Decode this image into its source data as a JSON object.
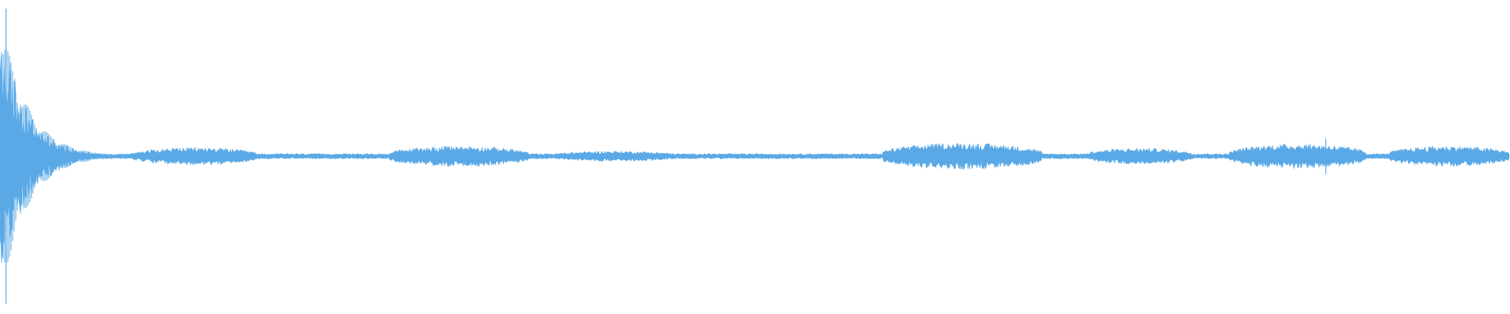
{
  "waveform": {
    "color": "#5aa9e6",
    "background": "#ffffff",
    "transient": {
      "start": 0.0,
      "end": 0.085,
      "peak_amplitude": 0.98,
      "decay": 14.0
    },
    "noise_floor_amplitude": 0.018,
    "segments": [
      {
        "start": 0.088,
        "end": 0.17,
        "amplitude": 0.06
      },
      {
        "start": 0.258,
        "end": 0.35,
        "amplitude": 0.07
      },
      {
        "start": 0.365,
        "end": 0.45,
        "amplitude": 0.035
      },
      {
        "start": 0.585,
        "end": 0.69,
        "amplitude": 0.09
      },
      {
        "start": 0.72,
        "end": 0.79,
        "amplitude": 0.055
      },
      {
        "start": 0.815,
        "end": 0.905,
        "amplitude": 0.085
      },
      {
        "start": 0.92,
        "end": 1.0,
        "amplitude": 0.07
      }
    ],
    "spikes": [
      {
        "position": 0.004,
        "amplitude": 1.0
      },
      {
        "position": 0.878,
        "amplitude": 0.12
      },
      {
        "position": 0.637,
        "amplitude": 0.05
      }
    ]
  }
}
